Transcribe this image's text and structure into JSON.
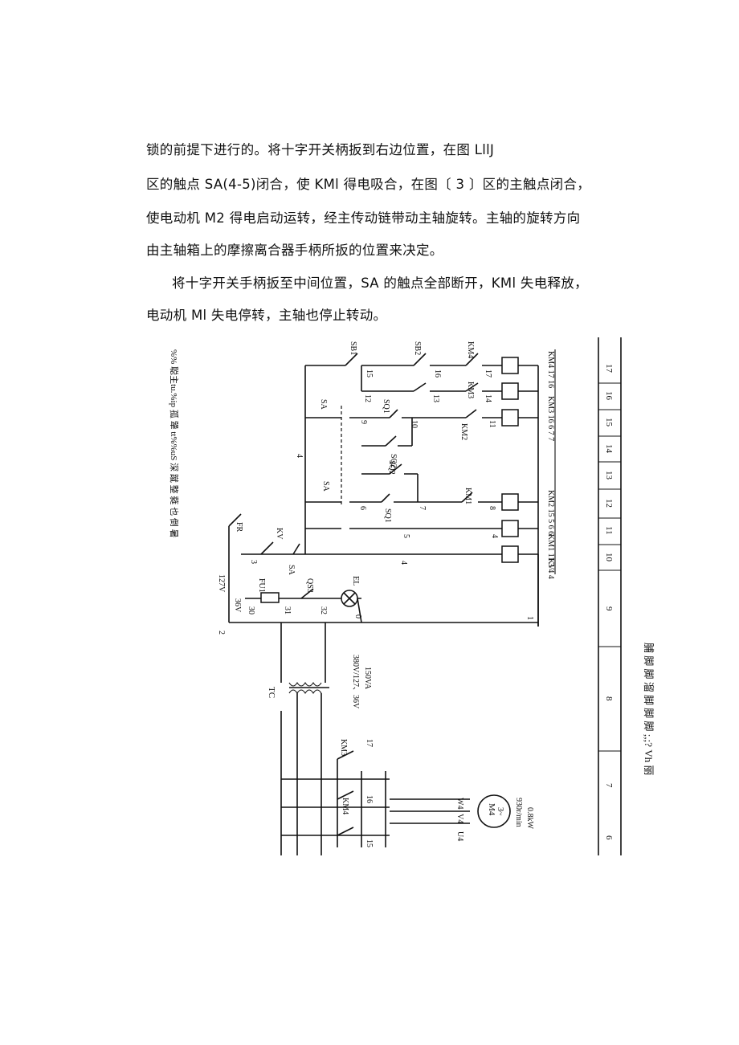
{
  "paragraph": {
    "lines": [
      "锁的前提下进行的。将十字开关柄扳到右边位置，在图 LllJ",
      "区的触点 SA(4-5)闭合，使 KMl 得电吸合，在图〔 3 〕区的主触点闭合，",
      "使电动机 M2 得电启动运转，经主传动链带动主轴旋转。主轴的旋转方向",
      "由主轴箱上的摩擦离合器手柄所扳的位置来决定。",
      "将十字开关手柄扳至中间位置，SA 的触点全部断开，KMl 失电释放，",
      "电动机 Ml 失电停转，主轴也停止转动。"
    ]
  },
  "figure": {
    "left_caption": "%% 聪主tu.%ip 孤 犟 tt%%uS 深 蹴 整 蕤 也 倒 暑",
    "right_caption": "脯 脚 脚 溜 脚 脚 脚 ;,;?  Vh 丽",
    "zone_numbers": [
      "17",
      "16",
      "15",
      "14",
      "13",
      "12",
      "11",
      "10",
      "9",
      "8",
      "7",
      "6"
    ],
    "labels": {
      "sb1": "SB1",
      "sb2": "SB2",
      "km4": "KM4",
      "km3": "KM3",
      "km2": "KM2",
      "km1": "KM1",
      "sa": "SA",
      "sq1": "SQ1",
      "sq2": "SQ2",
      "kv": "KV",
      "fr": "FR",
      "fu1": "FU1",
      "qs3": "QS3",
      "el": "EL",
      "tc": "TC",
      "m4": "M4",
      "m4_phase": "3~",
      "u4": "U4",
      "v4": "V4",
      "w4": "W4",
      "v127": "127V",
      "v36": "36V",
      "transformer": "150VA",
      "transformer_ratio": "380V/127、36V",
      "motor_power": "0.8kW",
      "motor_speed": "930r/min"
    },
    "wire_numbers": [
      "1",
      "2",
      "3",
      "4",
      "5",
      "6",
      "7",
      "8",
      "9",
      "10",
      "11",
      "12",
      "13",
      "14",
      "15",
      "16",
      "17",
      "30",
      "31",
      "32",
      "0"
    ],
    "contact_table": {
      "km4": "KM4 17 16",
      "km3": "KM3 16 6 7 7",
      "km2": "KM2 15 5 6 6",
      "km1": "KM1 11 3 4 4"
    }
  }
}
